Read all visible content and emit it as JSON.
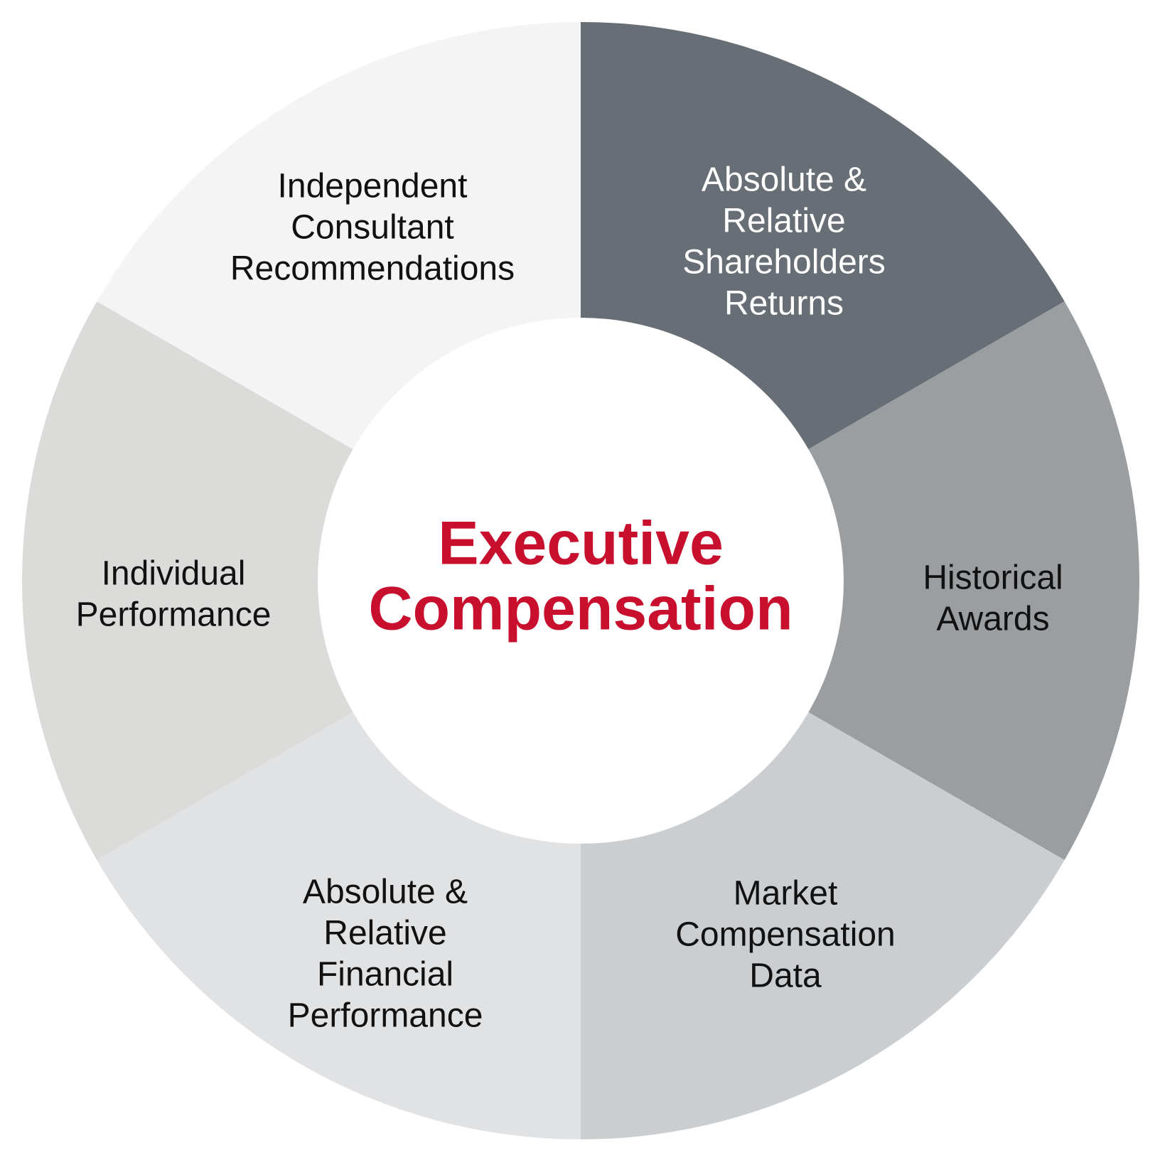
{
  "center": {
    "lines": [
      "Executive",
      "Compensation"
    ],
    "color": "#c8102e"
  },
  "segments": [
    {
      "id": "absolute-relative-shareholders-returns",
      "lines": [
        "Absolute &",
        "Relative",
        "Shareholders",
        "Returns"
      ],
      "fill": "#686e75",
      "text_color": "#ffffff"
    },
    {
      "id": "historical-awards",
      "lines": [
        "Historical",
        "Awards"
      ],
      "fill": "#9b9ea1",
      "text_color": "#111111"
    },
    {
      "id": "market-compensation-data",
      "lines": [
        "Market",
        "Compensation",
        "Data"
      ],
      "fill": "#cbced1",
      "text_color": "#111111"
    },
    {
      "id": "absolute-relative-financial-performance",
      "lines": [
        "Absolute &",
        "Relative",
        "Financial",
        "Performance"
      ],
      "fill": "#e1e2e4",
      "text_color": "#111111"
    },
    {
      "id": "individual-performance",
      "lines": [
        "Individual",
        "Performance"
      ],
      "fill": "#dbdbd9",
      "text_color": "#111111"
    },
    {
      "id": "independent-consultant-recommendations",
      "lines": [
        "Independent",
        "Consultant",
        "Recommendations"
      ],
      "fill": "#f4f4f4",
      "text_color": "#111111"
    }
  ]
}
